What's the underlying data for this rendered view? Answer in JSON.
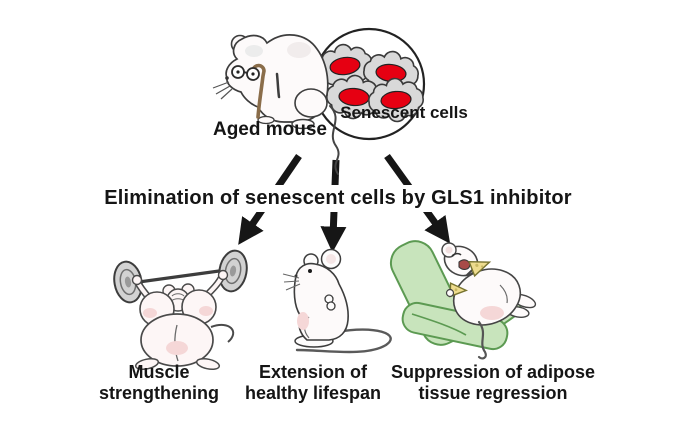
{
  "figure": {
    "background_color": "#ffffff",
    "top_panel": {
      "aged_mouse_label": "Aged mouse",
      "senescent_cells_label": "Senescent cells",
      "senescent_cell_count": 4
    },
    "headline": "Elimination of senescent cells by GLS1 inhibitor",
    "outcomes": [
      {
        "label": "Muscle strengthening",
        "illustration": "weightlifting-mouse"
      },
      {
        "label": "Extension of healthy lifespan",
        "illustration": "standing-mouse"
      },
      {
        "label": "Suppression of adipose tissue regression",
        "illustration": "reclining-mouse-eating-cheese"
      }
    ],
    "illustrations": {
      "aged_mouse": "hunched old mouse with glasses and cane",
      "senescent_cells": "magnifier circle with four gray cells and red nuclei",
      "arrows": "three bold black arrows fanning downward"
    },
    "colors": {
      "ink_black": "#161616",
      "outline_gray": "#3d3d3d",
      "cell_gray": "#d9d9d9",
      "nucleus_red": "#e60012",
      "mouse_white": "#fdfafa",
      "blush_pink": "#f5d7d7",
      "cane_brown": "#8a6d4a",
      "barbell_gray": "#d2d2d2",
      "chair_green": "#c8e4bc",
      "chair_line_green": "#5c9a52",
      "cheese_yellow": "#eedc8e",
      "mouth_red": "#a84b48"
    }
  }
}
